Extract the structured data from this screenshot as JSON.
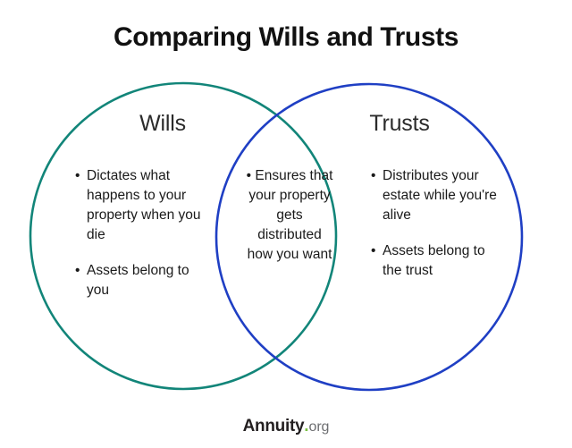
{
  "title": "Comparing Wills and Trusts",
  "colors": {
    "left_circle_stroke": "#128579",
    "right_circle_stroke": "#1f3fc4",
    "background": "#ffffff",
    "title_text": "#111111",
    "body_text": "#1a1a1a",
    "logo_dot": "#7ac143",
    "logo_tld": "#6d6e71"
  },
  "venn": {
    "left": {
      "heading": "Wills",
      "bullets": [
        "Dictates what happens to your property when you die",
        "Assets belong to you"
      ]
    },
    "right": {
      "heading": "Trusts",
      "bullets": [
        "Distributes your estate while you're alive",
        "Assets belong to the trust"
      ]
    },
    "center": {
      "bullets": [
        "Ensures that your property gets distributed how you want"
      ]
    },
    "bullet_marker": "•"
  },
  "footer": {
    "logo_name": "Annuity",
    "logo_dot": ".",
    "logo_tld": "org"
  }
}
